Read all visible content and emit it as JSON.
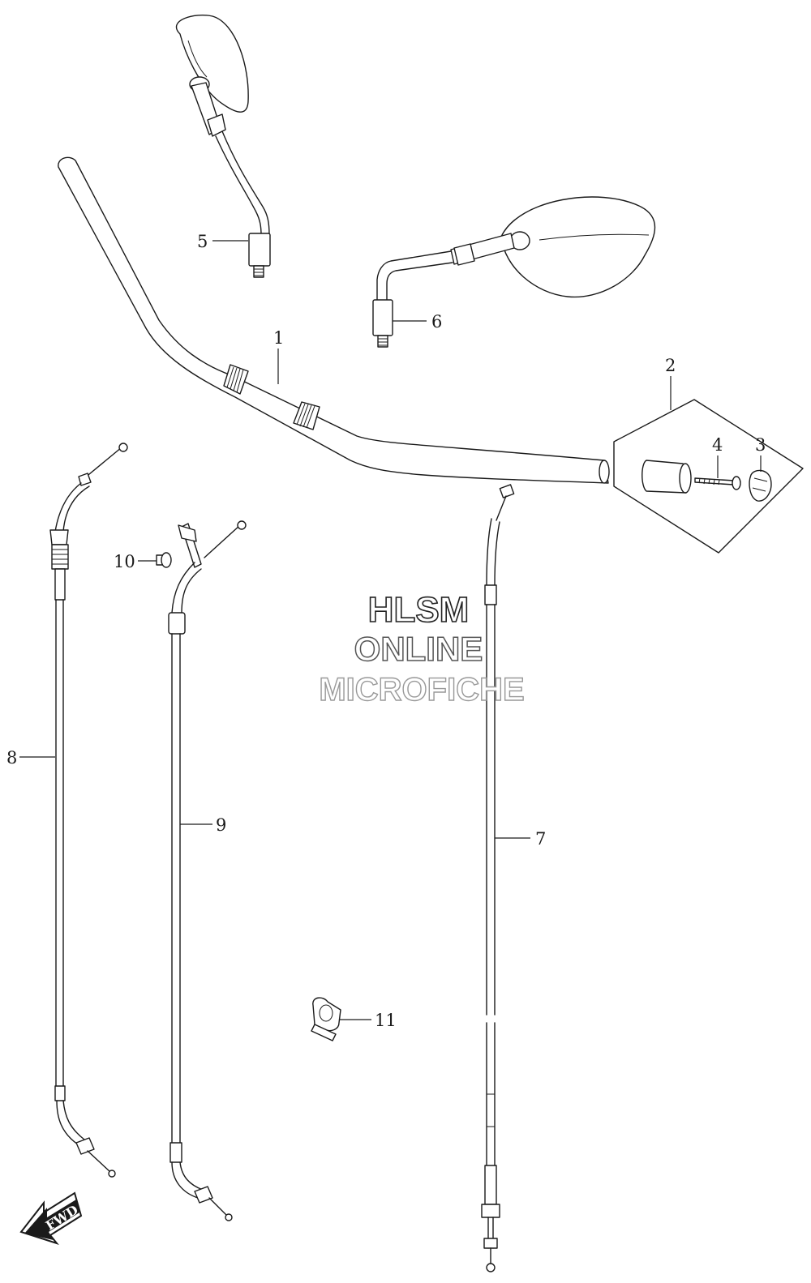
{
  "callouts": [
    {
      "id": "1",
      "label": "1"
    },
    {
      "id": "2",
      "label": "2"
    },
    {
      "id": "3",
      "label": "3"
    },
    {
      "id": "4",
      "label": "4"
    },
    {
      "id": "5",
      "label": "5"
    },
    {
      "id": "6",
      "label": "6"
    },
    {
      "id": "7",
      "label": "7"
    },
    {
      "id": "8",
      "label": "8"
    },
    {
      "id": "9",
      "label": "9"
    },
    {
      "id": "10",
      "label": "10"
    },
    {
      "id": "11",
      "label": "11"
    }
  ],
  "watermark": {
    "line1": "HLSM",
    "line2": "ONLINE",
    "line3": "MICROFICHE"
  },
  "fwd_label": "FWD",
  "colors": {
    "ink": "#1a1a1a",
    "background": "#ffffff",
    "watermark_outline_dark": "#222222",
    "watermark_outline_mid": "#555555",
    "watermark_outline_light": "#999999"
  }
}
